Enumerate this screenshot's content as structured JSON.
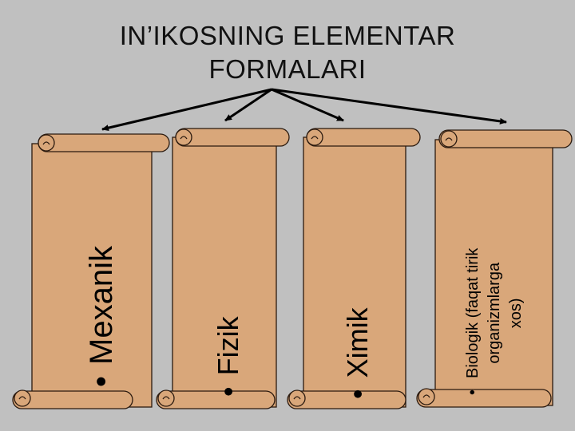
{
  "title": {
    "line1": "IN’IKOSNING ELEMENTAR",
    "line2": "FORMALARI"
  },
  "colors": {
    "background": "#c0c0c0",
    "scroll_fill": "#d9a77a",
    "scroll_stroke": "#2b1a0f",
    "arrow": "#000000"
  },
  "scrolls": [
    {
      "bullet": "•",
      "label": "Mexanik"
    },
    {
      "bullet": "•",
      "label": "Fizik"
    },
    {
      "bullet": "•",
      "label": "Ximik"
    },
    {
      "bullet": "•",
      "lines": [
        "Biologik (faqat tirik",
        "organizmlarga",
        "xos)"
      ]
    }
  ]
}
